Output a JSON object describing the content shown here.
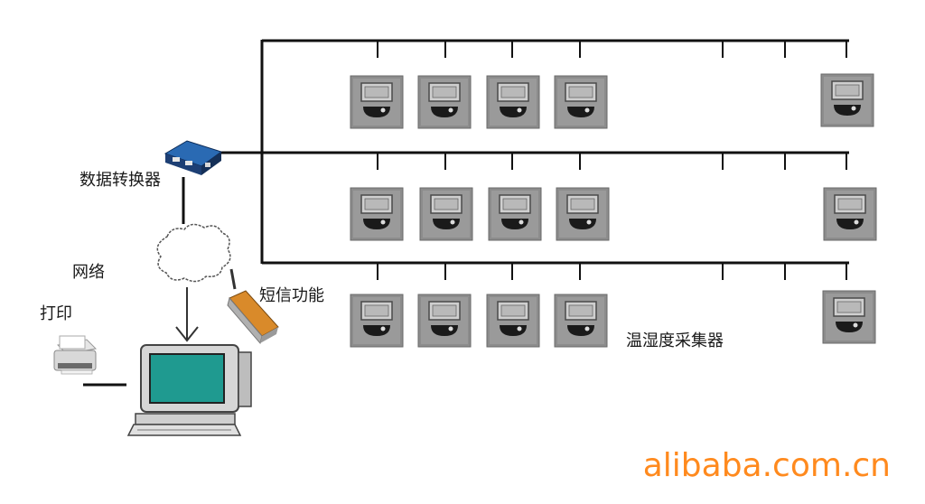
{
  "labels": {
    "converter": "数据转换器",
    "network": "网络",
    "sms": "短信功能",
    "print": "打印",
    "collector": "温湿度采集器"
  },
  "watermark": "alibaba.com.cn",
  "colors": {
    "line": "#111111",
    "device_body": "#8a8a8a",
    "device_screen": "#c7c7c7",
    "watermark": "#ff8a1e",
    "monitor_screen": "#1f9a90"
  },
  "icons": {
    "converter": "network-converter-icon",
    "cloud": "cloud-icon",
    "sms_modem": "sms-modem-icon",
    "printer": "printer-icon",
    "computer": "computer-icon",
    "sensor": "temperature-humidity-sensor-icon"
  }
}
